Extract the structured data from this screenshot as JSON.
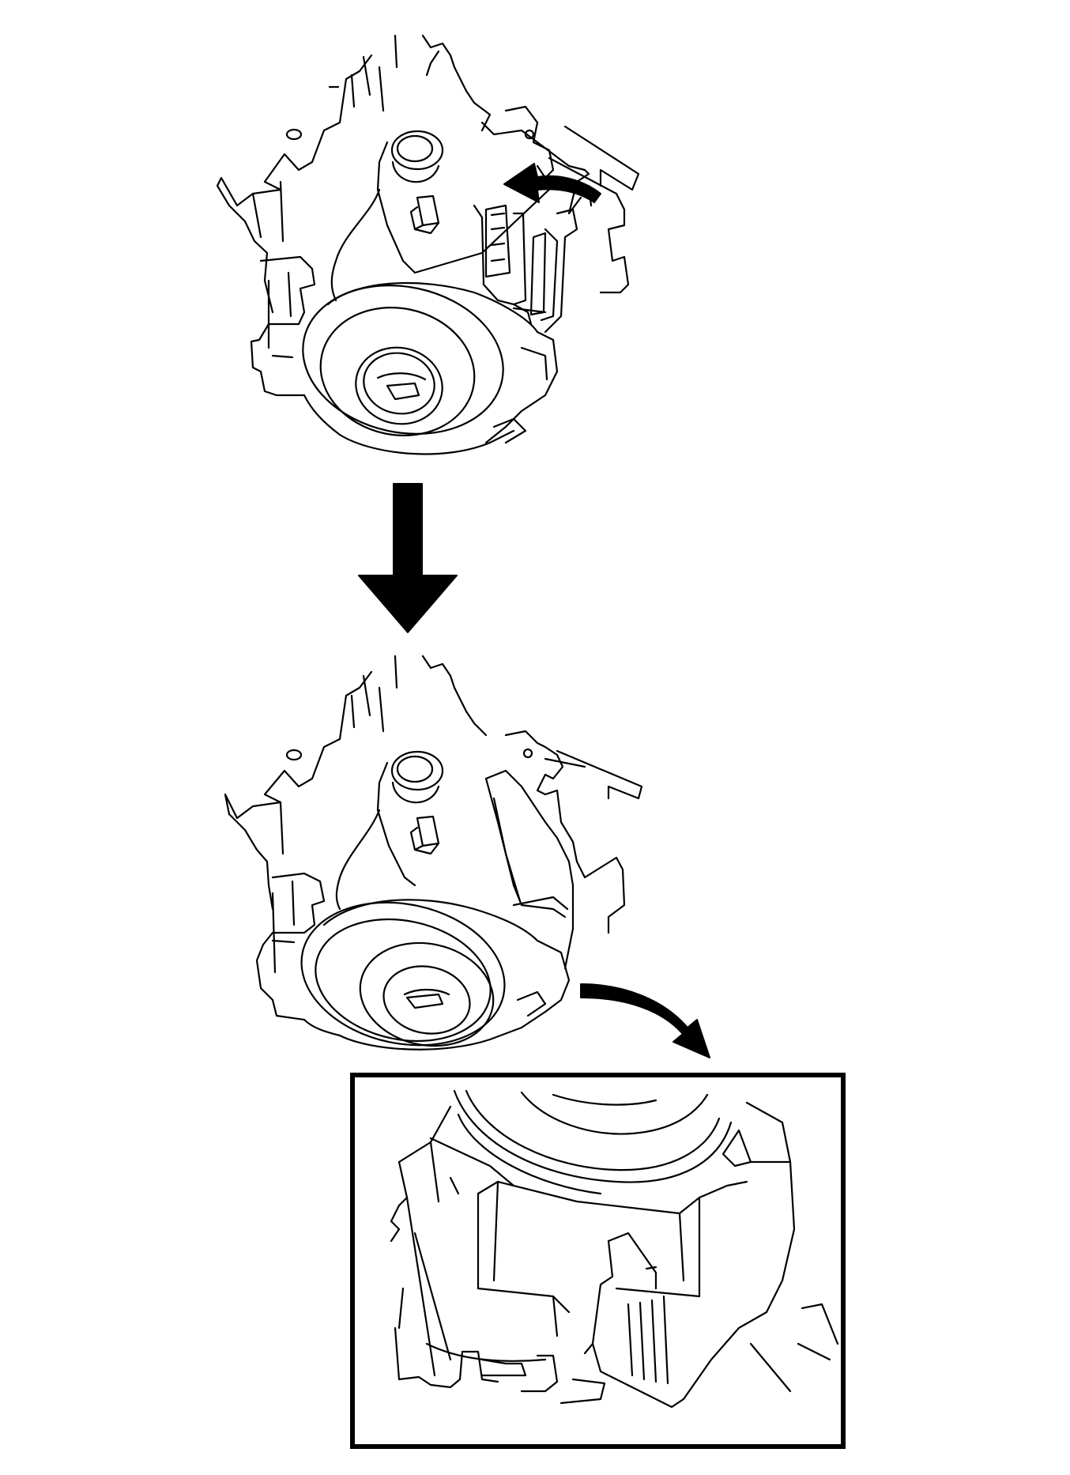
{
  "diagram": {
    "views": [
      {
        "id": "before",
        "description_icon": "ignition-lock-assembly-icon"
      },
      {
        "id": "after",
        "description_icon": "ignition-lock-assembly-icon"
      },
      {
        "id": "detail",
        "description_icon": "release-tab-detail-icon"
      }
    ],
    "arrows": [
      {
        "id": "rotate-arrow",
        "icon": "curved-arrow-icon"
      },
      {
        "id": "step-arrow",
        "icon": "down-arrow-icon"
      },
      {
        "id": "callout-arrow",
        "icon": "curved-arrow-icon"
      }
    ],
    "colors": {
      "line": "#000000",
      "background": "#ffffff"
    }
  }
}
